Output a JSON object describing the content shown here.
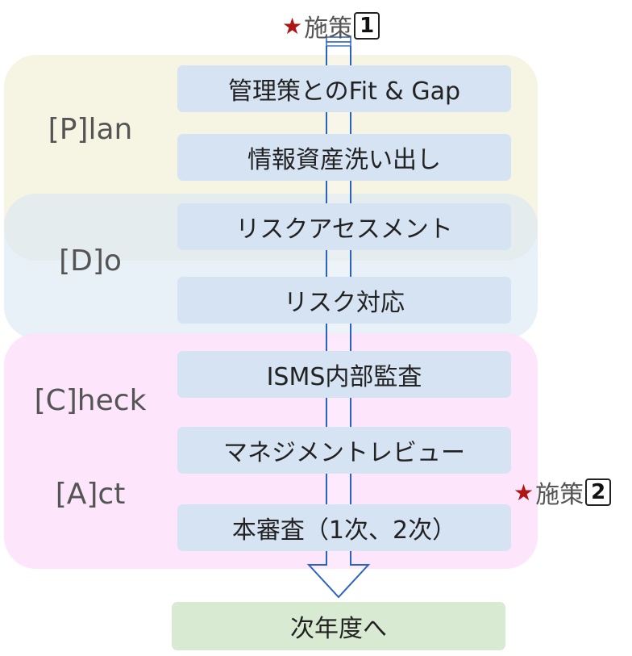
{
  "phases": {
    "plan": "[P]lan",
    "do": "[D]o",
    "check": "[C]heck",
    "act": "[A]ct"
  },
  "steps": [
    "管理策とのFit & Gap",
    "情報資産洗い出し",
    "リスクアセスメント",
    "リスク対応",
    "ISMS内部監査",
    "マネジメントレビュー",
    "本審査（1次、2次）"
  ],
  "next": "次年度へ",
  "measures": [
    {
      "star": "★",
      "label": "施策",
      "number": "1"
    },
    {
      "star": "★",
      "label": "施策",
      "number": "2"
    }
  ],
  "colors": {
    "plan_band": "#f5f2de",
    "do_band": "#dce8f4",
    "check_act_band": "#fde1fb",
    "step_box": "#d5e3f3",
    "next_box": "#d9ead2",
    "arrow": "#2a62c4",
    "star": "#b01515"
  }
}
